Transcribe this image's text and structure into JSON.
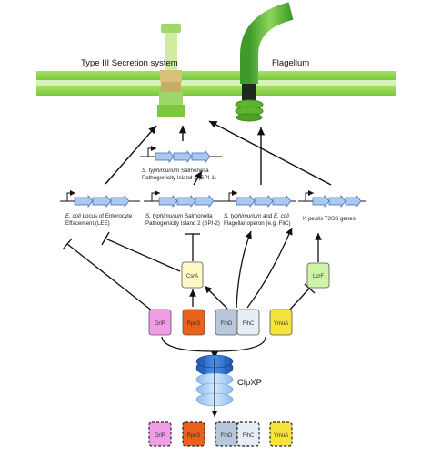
{
  "membrane": {
    "t3ss_label": "Type III Secretion system",
    "flagellum_label": "Flagellum"
  },
  "operons": {
    "spi1": {
      "line1_italic": "S. typhimurium",
      "line1_rest": " Salmonella",
      "line2": "Pathogenicity Island 1 (SPI-1)"
    },
    "lee": {
      "line1_italic": "E. coli",
      "line1_rest": " Locus of Enterocyte",
      "line2": "Effacement (LEE)"
    },
    "spi2": {
      "line1_italic": "S. typhimurium",
      "line1_rest": " Salmonella",
      "line2": "Pathogenicity Island 2 (SPI-2)"
    },
    "flagellar": {
      "line1_italic_a": "S. typhimurium",
      "line1_mid": " and ",
      "line1_italic_b": "E. coli",
      "line2": "Flagellar operon (e.g. FliC)"
    },
    "yersinia": {
      "line1_italic": "Y. pestis",
      "line1_rest": " T3SS genes"
    }
  },
  "regulators": {
    "csra": "CsrA",
    "lcrf": "LcrF",
    "grlr": "GrlR",
    "rpos": "RpoS",
    "flhd": "FlhD",
    "flhc": "FlhC",
    "ymoa": "YmoA"
  },
  "degraded": {
    "grlr": "GrlR",
    "rpos": "RpoS",
    "flhd": "FlhD",
    "flhc": "FlhC",
    "ymoa": "YmoA"
  },
  "protease": {
    "label": "ClpXP"
  },
  "colors": {
    "membrane": "#8cd44a",
    "membrane_light": "#c8ee9a",
    "csra": "#fff9c8",
    "lcrf": "#cdf5a8",
    "grlr": "#f09ce6",
    "rpos": "#e8621c",
    "flhd": "#b8c8dc",
    "flhc": "#e8eef6",
    "ymoa": "#f8e23c",
    "clpxp": "#2a6fd0"
  }
}
